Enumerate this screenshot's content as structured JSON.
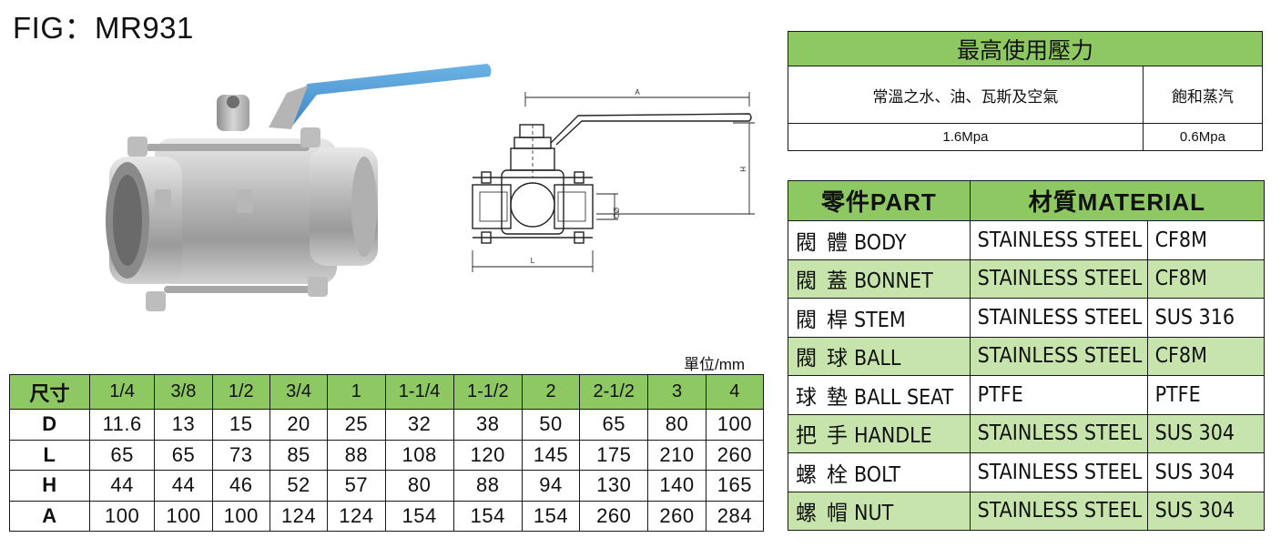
{
  "fig_title": "FIG：MR931",
  "unit_label": "單位/mm",
  "pressure_table": {
    "header": "最高使用壓力",
    "columns": [
      "常溫之水、油、瓦斯及空氣",
      "飽和蒸汽"
    ],
    "values": [
      "1.6Mpa",
      "0.6Mpa"
    ]
  },
  "materials_table": {
    "headers": {
      "part": "零件PART",
      "material": "材質MATERIAL"
    },
    "rows": [
      {
        "c1": "閥",
        "c2": "體",
        "part": "BODY",
        "material": "STAINLESS STEEL",
        "grade": "CF8M"
      },
      {
        "c1": "閥",
        "c2": "蓋",
        "part": "BONNET",
        "material": "STAINLESS STEEL",
        "grade": "CF8M"
      },
      {
        "c1": "閥",
        "c2": "桿",
        "part": "STEM",
        "material": "STAINLESS STEEL",
        "grade": "SUS 316"
      },
      {
        "c1": "閥",
        "c2": "球",
        "part": "BALL",
        "material": "STAINLESS STEEL",
        "grade": "CF8M"
      },
      {
        "c1": "球",
        "c2": "墊",
        "part": "BALL SEAT",
        "material": "PTFE",
        "grade": "PTFE"
      },
      {
        "c1": "把",
        "c2": "手",
        "part": "HANDLE",
        "material": "STAINLESS STEEL",
        "grade": "SUS 304"
      },
      {
        "c1": "螺",
        "c2": "栓",
        "part": "BOLT",
        "material": "STAINLESS STEEL",
        "grade": "SUS 304"
      },
      {
        "c1": "螺",
        "c2": "帽",
        "part": "NUT",
        "material": "STAINLESS STEEL",
        "grade": "SUS 304"
      }
    ]
  },
  "size_table": {
    "corner": "尺寸",
    "sizes": [
      "1/4",
      "3/8",
      "1/2",
      "3/4",
      "1",
      "1-1/4",
      "1-1/2",
      "2",
      "2-1/2",
      "3",
      "4"
    ],
    "rows": [
      {
        "label": "D",
        "values": [
          "11.6",
          "13",
          "15",
          "20",
          "25",
          "32",
          "38",
          "50",
          "65",
          "80",
          "100"
        ]
      },
      {
        "label": "L",
        "values": [
          "65",
          "65",
          "73",
          "85",
          "88",
          "108",
          "120",
          "145",
          "175",
          "210",
          "260"
        ]
      },
      {
        "label": "H",
        "values": [
          "44",
          "44",
          "46",
          "52",
          "57",
          "80",
          "88",
          "94",
          "130",
          "140",
          "165"
        ]
      },
      {
        "label": "A",
        "values": [
          "100",
          "100",
          "100",
          "124",
          "124",
          "154",
          "154",
          "154",
          "260",
          "260",
          "284"
        ]
      }
    ]
  },
  "drawing_labels": {
    "a": "A",
    "h": "H",
    "d": "ØD",
    "l": "L"
  },
  "colors": {
    "header_green": "#8dc862",
    "row_green": "#c7e4ac",
    "handle_blue": "#4f9fd6"
  }
}
